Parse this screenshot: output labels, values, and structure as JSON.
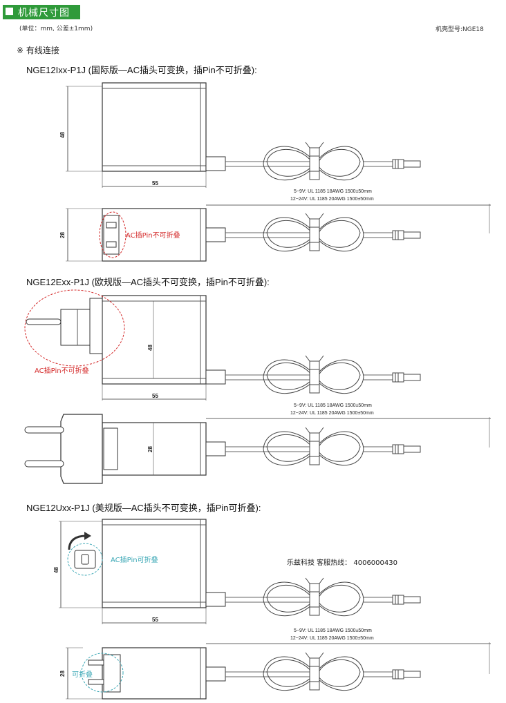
{
  "header": {
    "title": "机械尺寸图"
  },
  "unit_note": "(单位：mm, 公差±1mm)",
  "model_note": "机壳型号:NGE18",
  "section": "※ 有线连接",
  "variants": [
    {
      "title": "NGE12Ixx-P1J (国际版—AC插头可变换，插Pin不可折叠):",
      "annotation": "AC插Pin不可折叠"
    },
    {
      "title": "NGE12Exx-P1J (欧规版—AC插头不可变换，插Pin不可折叠):",
      "annotation": "AC插Pin不可折叠"
    },
    {
      "title": "NGE12Uxx-P1J (美规版—AC插头不可变换，插Pin可折叠):",
      "annotation": "AC插Pin可折叠",
      "annotation2": "可折叠"
    }
  ],
  "dims": {
    "height": "48",
    "width": "55",
    "depth": "28"
  },
  "cable_specs": {
    "line1": "5~9V: UL 1185 18AWG 1500±50mm",
    "line2": "12~24V: UL 1185 20AWG 1500±50mm"
  },
  "hotline": "乐兹科技 客服热线： 4006000430",
  "colors": {
    "header_bg": "#2f9a3a",
    "annotation_red": "#d42a2a",
    "annotation_cyan": "#3aa7b5"
  }
}
